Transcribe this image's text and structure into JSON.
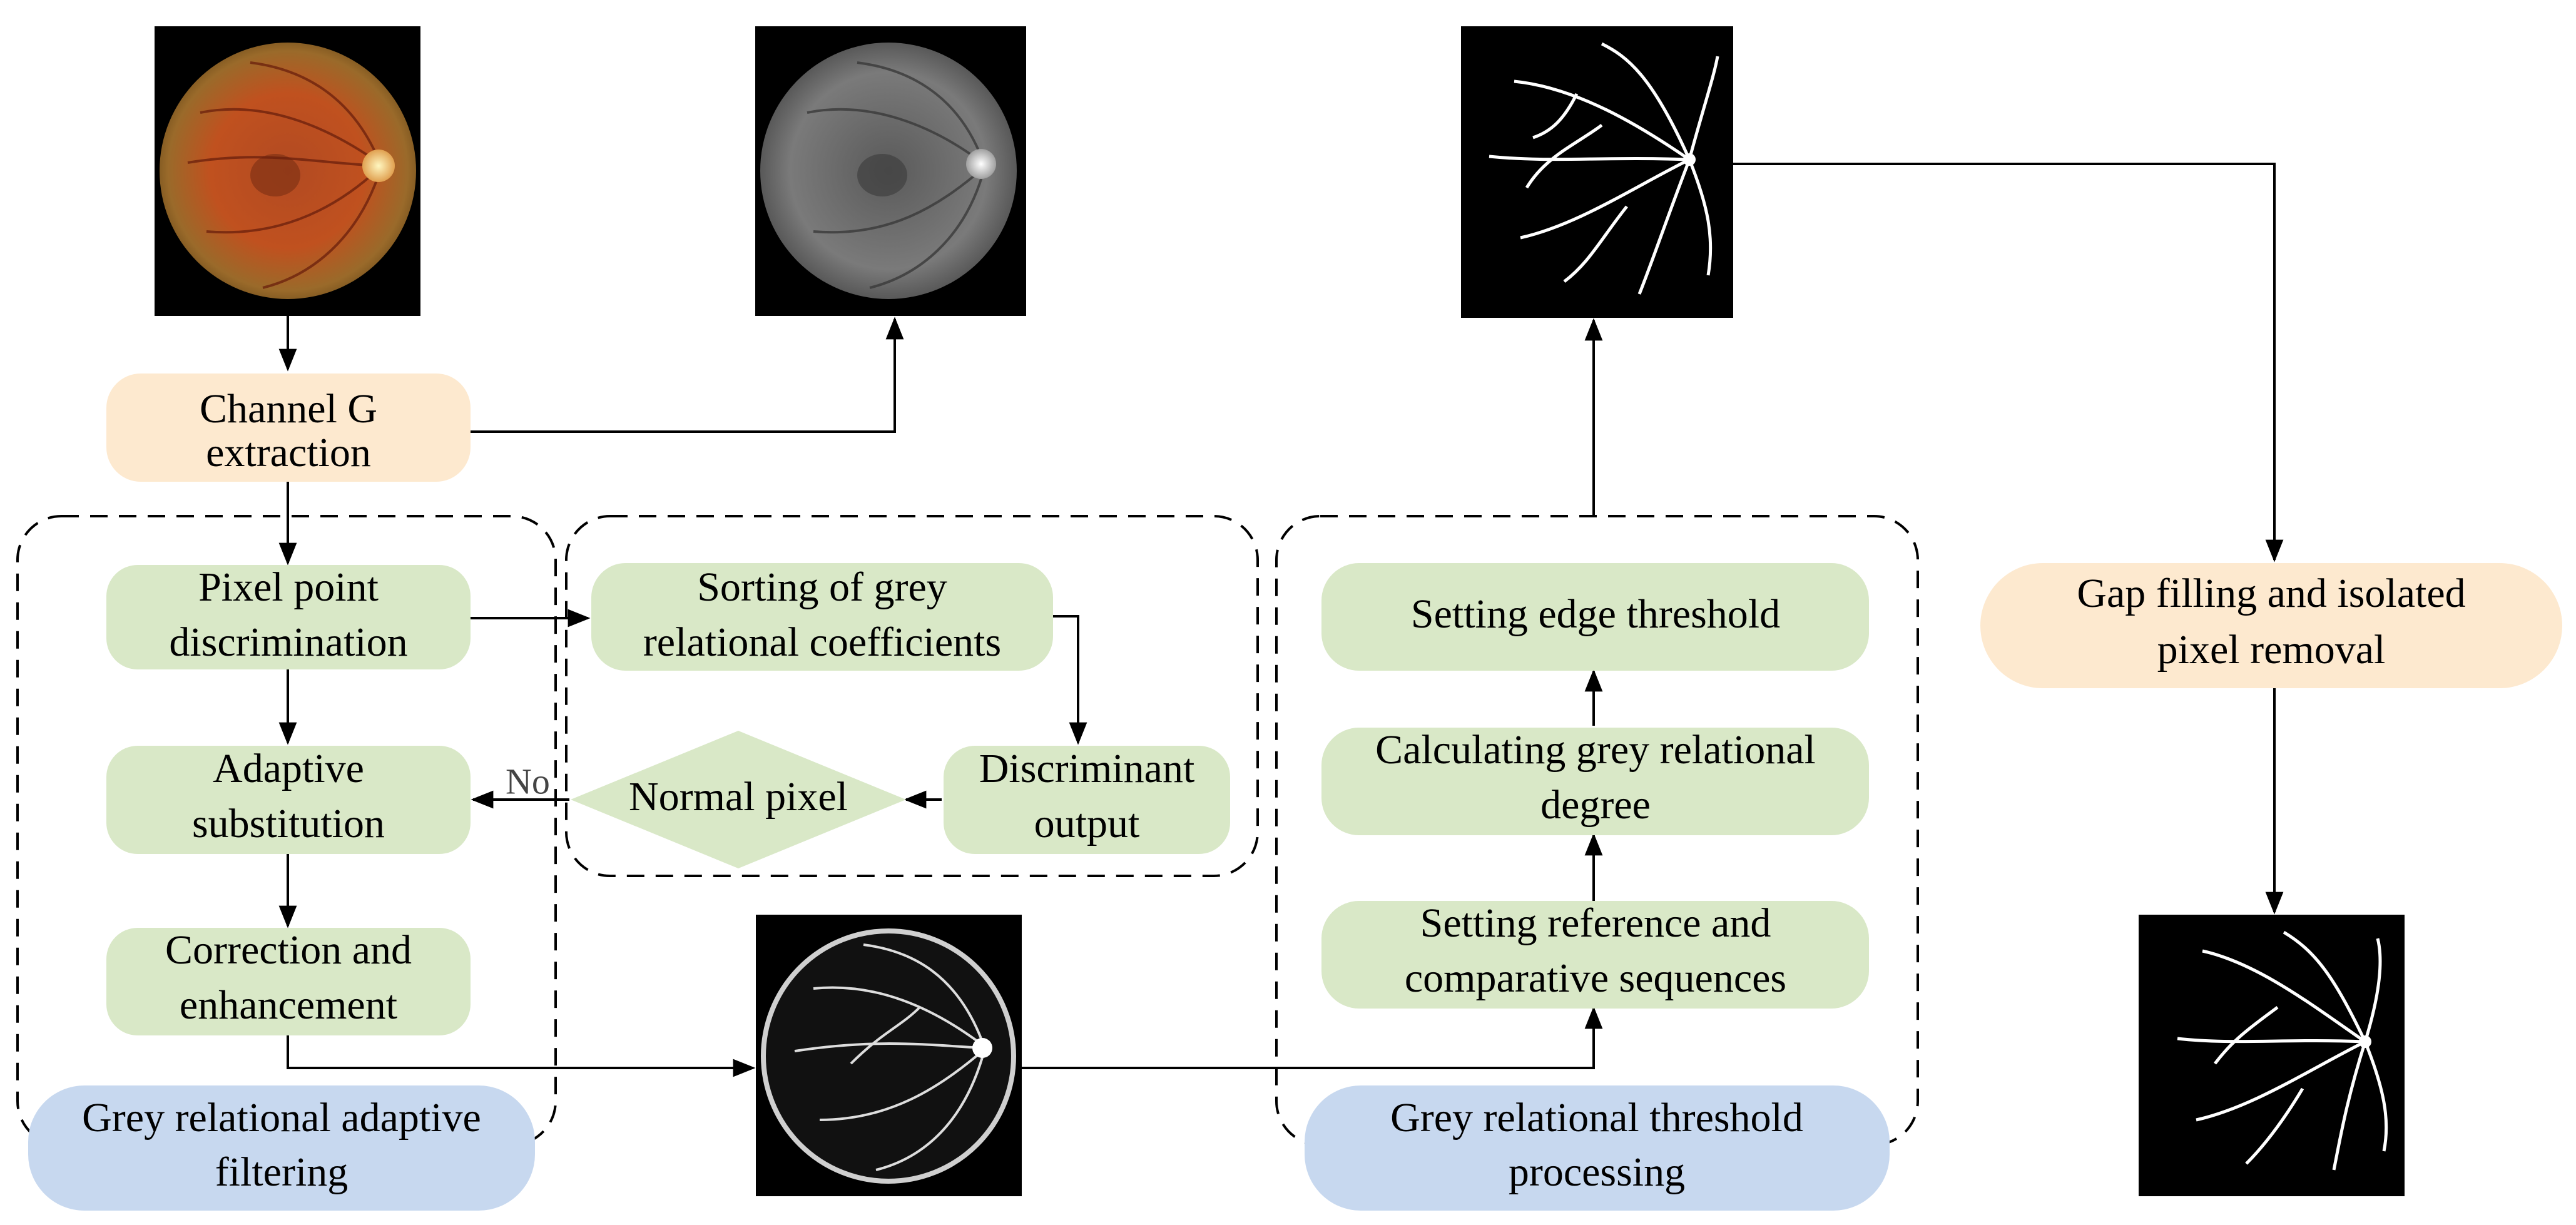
{
  "boxes": {
    "channel_g": {
      "line1": "Channel G",
      "line2": "extraction"
    },
    "pixel_point": {
      "line1": "Pixel point",
      "line2": "discrimination"
    },
    "adaptive": {
      "line1": "Adaptive",
      "line2": "substitution"
    },
    "correction": {
      "line1": "Correction and",
      "line2": "enhancement"
    },
    "sorting": {
      "line1": "Sorting of grey",
      "line2": "relational coefficients"
    },
    "normal_pixel": {
      "label": "Normal pixel"
    },
    "discriminant": {
      "line1": "Discriminant",
      "line2": "output"
    },
    "edge_threshold": {
      "label": "Setting edge threshold"
    },
    "grey_degree": {
      "line1": "Calculating grey relational",
      "line2": "degree"
    },
    "reference": {
      "line1": "Setting reference and",
      "line2": "comparative sequences"
    },
    "gap_filling": {
      "line1": "Gap filling and isolated",
      "line2": "pixel removal"
    }
  },
  "groups": {
    "adaptive_filtering": {
      "line1": "Grey relational adaptive",
      "line2": "filtering"
    },
    "threshold_processing": {
      "line1": "Grey relational threshold",
      "line2": "processing"
    }
  },
  "edge_labels": {
    "no": "No"
  },
  "images": {
    "fundus_color": "fundus-color-image",
    "green_channel": "green-channel-image",
    "filtered": "filtered-vessel-image",
    "threshold_result": "threshold-vessel-image",
    "final_result": "final-vessel-image"
  },
  "colors": {
    "orange_box": "#fde9cf",
    "green_box": "#d9e8c7",
    "blue_box": "#c7d8ef",
    "line": "#000000"
  }
}
